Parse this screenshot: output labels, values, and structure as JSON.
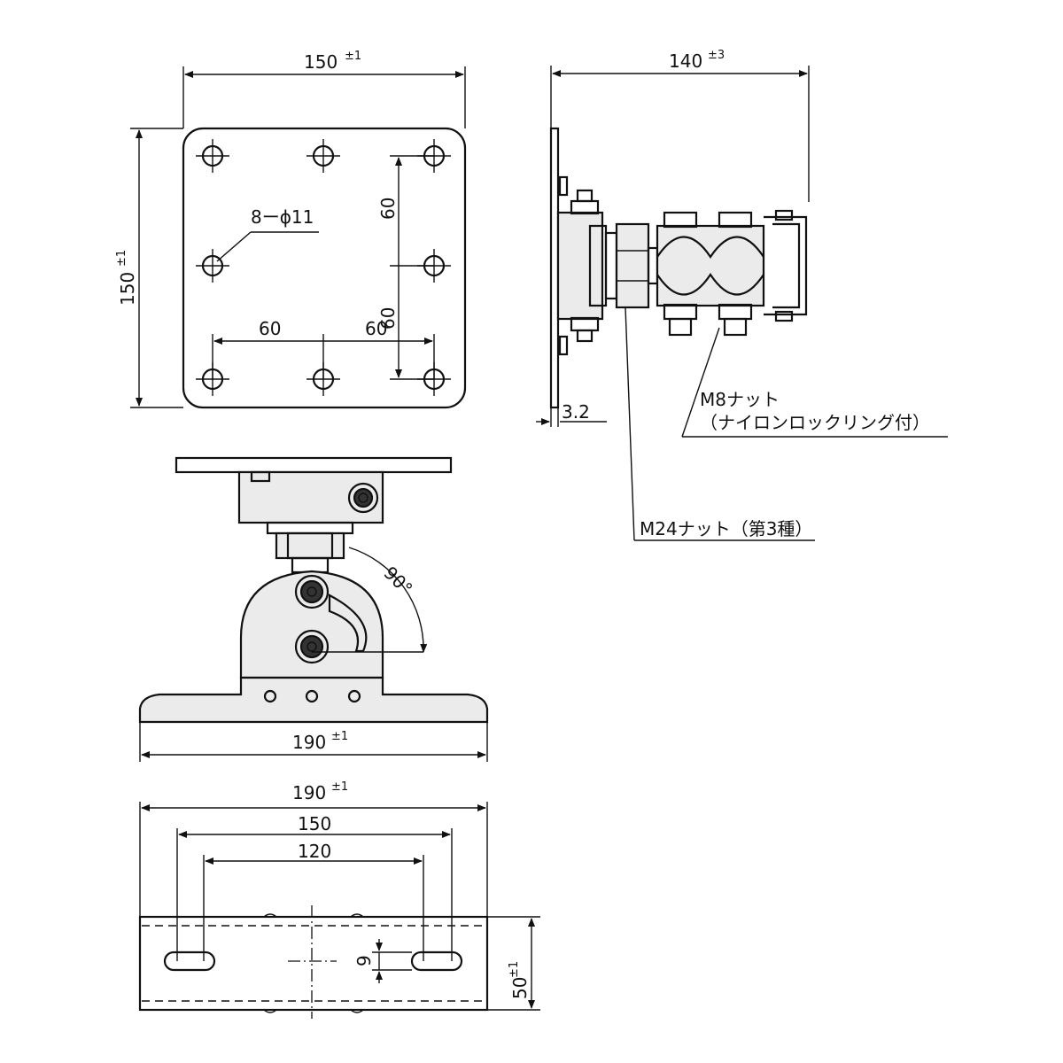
{
  "top_view": {
    "width_dim": "150",
    "width_tol": "±1",
    "height_dim": "150",
    "height_tol": "±1",
    "hole_callout": "8ーϕ11",
    "pitch_v1": "60",
    "pitch_v2": "60",
    "pitch_h1": "60",
    "pitch_h2": "60"
  },
  "side_view": {
    "depth_dim": "140",
    "depth_tol": "±3",
    "plate_thickness": "3.2",
    "m8_label_line1": "M8ナット",
    "m8_label_line2": "（ナイロンロックリング付）",
    "m24_label": "M24ナット（第3種）"
  },
  "front_view": {
    "angle": "90°",
    "base_width_dim": "190",
    "base_width_tol": "±1"
  },
  "bottom_view": {
    "width_dim": "190",
    "width_tol": "±1",
    "outer_pitch": "150",
    "inner_pitch": "120",
    "depth_dim": "50",
    "depth_tol": "±1",
    "slot_width": "9"
  }
}
